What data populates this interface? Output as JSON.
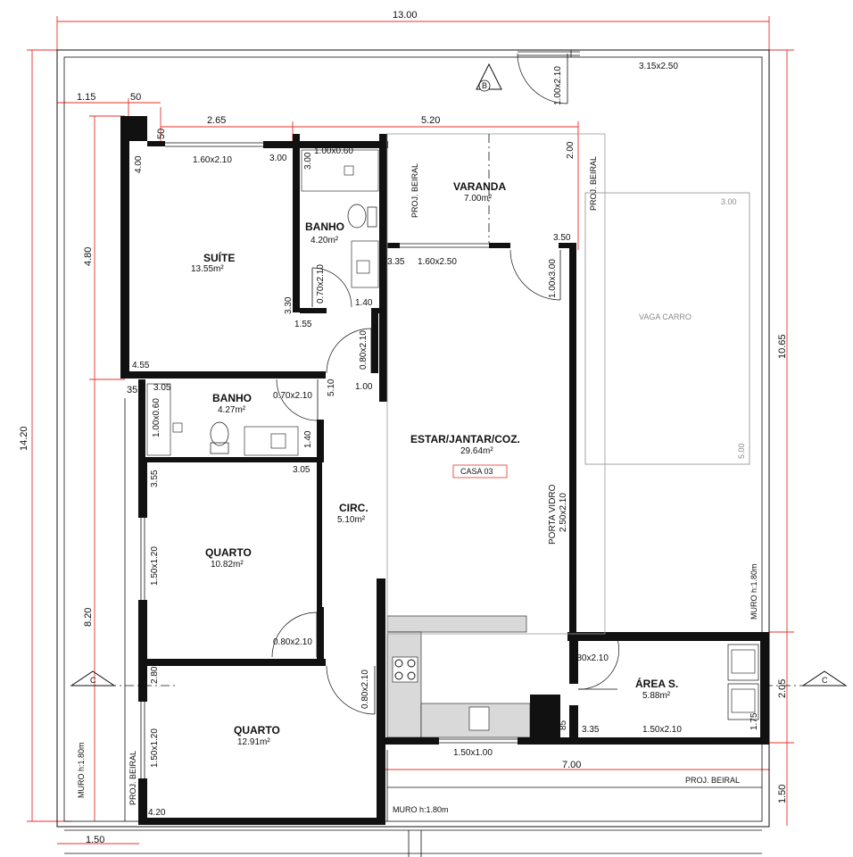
{
  "dims_top": {
    "total_width": "13.00",
    "d115": "1.15",
    "d050a": "50",
    "d050b": "50",
    "d265": "2.65",
    "d520": "5.20"
  },
  "dims_left": {
    "total_height": "14.20",
    "d480": "4.80",
    "d820": "8.20",
    "d035": "35",
    "d150": "1.50"
  },
  "dims_right": {
    "d1065": "10.65",
    "d205": "2.05",
    "d150": "1.50",
    "d700": "7.00"
  },
  "rooms": {
    "suite": {
      "name": "SUÍTE",
      "area": "13.55m²"
    },
    "banho1": {
      "name": "BANHO",
      "area": "4.20m²"
    },
    "banho2": {
      "name": "BANHO",
      "area": "4.27m²"
    },
    "varanda": {
      "name": "VARANDA",
      "area": "7.00m²"
    },
    "estar": {
      "name": "ESTAR/JANTAR/COZ.",
      "area": "29.64m²",
      "tag": "CASA 03"
    },
    "circ": {
      "name": "CIRC.",
      "area": "5.10m²"
    },
    "quarto1": {
      "name": "QUARTO",
      "area": "10.82m²"
    },
    "quarto2": {
      "name": "QUARTO",
      "area": "12.91m²"
    },
    "area_s": {
      "name": "ÁREA S.",
      "area": "5.88m²"
    }
  },
  "openings": {
    "w160x210": "1.60x2.10",
    "w100x060a": "1.00x0.60",
    "d070x210a": "0.70x2.10",
    "w160x250": "1.60x2.50",
    "d100x300": "1.00x3.00",
    "d100x210": "1.00x2.10",
    "w315x250": "3.15x2.50",
    "d080x210a": "0.80x2.10",
    "d070x210b": "0.70x2.10",
    "w100x060b": "1.00x0.60",
    "w150x120a": "1.50x1.20",
    "d080x210b": "0.80x2.10",
    "d080x210c": "0.80x2.10",
    "w150x120b": "1.50x1.20",
    "w150x100": "1.50x1.00",
    "d080x210d": "0.80x2.10",
    "w150x210": "1.50x2.10",
    "porta_vidro": "PORTA VIDRO",
    "pv_size": "2.50x2.10"
  },
  "wall_labels": {
    "w400": "4.00",
    "w300a": "3.00",
    "w300b": "3.00",
    "w200": "2.00",
    "w350": "3.50",
    "w335a": "3.35",
    "w330": "3.30",
    "w140a": "1.40",
    "w155": "1.55",
    "w455": "4.55",
    "w510": "5.10",
    "w100": "1.00",
    "w305a": "3.05",
    "w140b": "1.40",
    "w305b": "3.05",
    "w355": "3.55",
    "w280": "2.80",
    "w420": "4.20",
    "w085": "85",
    "w335b": "3.35",
    "w175": "1.75",
    "w500": "5.00"
  },
  "notes": {
    "vaga": "VAGA CARRO",
    "proj_beiral": "PROJ. BEIRAL",
    "muro_180": "MURO h:1.80m",
    "section_b": "B",
    "section_c": "C"
  }
}
